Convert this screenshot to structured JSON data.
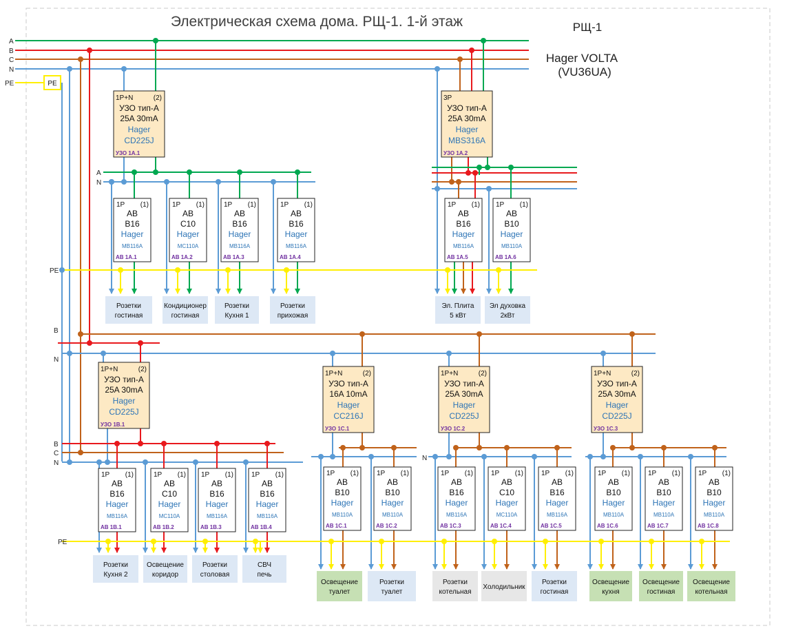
{
  "title": "Электрическая схема дома. РЩ-1. 1-й этаж",
  "panel": {
    "id": "РЩ-1",
    "brand": "Hager VOLTA",
    "model": "(VU36UA)"
  },
  "colors": {
    "A": "#00a850",
    "B": "#e8191d",
    "C": "#c0621a",
    "N": "#5b9bd5",
    "PE": "#ffef00",
    "rcd_fill": "#fde9c4",
    "label": "#7030a0",
    "hager": "#2e75b6",
    "load_blue": "#dde8f5",
    "load_green": "#c6e0b4",
    "load_grey": "#e7e7e7"
  },
  "bus_labels": {
    "A": "A",
    "B": "B",
    "C": "C",
    "N": "N",
    "PE": "PE"
  },
  "pe_box": "PE",
  "rcds": [
    {
      "id": "uzo1a1",
      "poles": "1P+N",
      "mod": "(2)",
      "l1": "УЗО тип-А",
      "l2": "25A  30mA",
      "brand": "Hager",
      "model": "CD225J",
      "tag": "УЗО 1А.1"
    },
    {
      "id": "uzo1a2",
      "poles": "3P",
      "mod": "",
      "l1": "УЗО тип-А",
      "l2": "25A  30mA",
      "brand": "Hager",
      "model": "MBS316A",
      "tag": "УЗО 1А.2"
    },
    {
      "id": "uzo1b1",
      "poles": "1P+N",
      "mod": "(2)",
      "l1": "УЗО тип-А",
      "l2": "25A  30mA",
      "brand": "Hager",
      "model": "CD225J",
      "tag": "УЗО 1В.1"
    },
    {
      "id": "uzo1c1",
      "poles": "1P+N",
      "mod": "(2)",
      "l1": "УЗО тип-А",
      "l2": "16A  10mA",
      "brand": "Hager",
      "model": "CC216J",
      "tag": "УЗО 1С.1"
    },
    {
      "id": "uzo1c2",
      "poles": "1P+N",
      "mod": "(2)",
      "l1": "УЗО тип-А",
      "l2": "25A  30mA",
      "brand": "Hager",
      "model": "CD225J",
      "tag": "УЗО 1С.2"
    },
    {
      "id": "uzo1c3",
      "poles": "1P+N",
      "mod": "(2)",
      "l1": "УЗО тип-А",
      "l2": "25A  30mA",
      "brand": "Hager",
      "model": "CD225J",
      "tag": "УЗО 1С.3"
    }
  ],
  "breakers": [
    {
      "id": "ab1a1",
      "poles": "1P",
      "mod": "(1)",
      "type": "АВ",
      "rating": "B16",
      "brand": "Hager",
      "model": "MB116A",
      "tag": "АВ 1А.1",
      "load": "Розетки гостиная"
    },
    {
      "id": "ab1a2",
      "poles": "1P",
      "mod": "(1)",
      "type": "АВ",
      "rating": "C10",
      "brand": "Hager",
      "model": "MC110A",
      "tag": "АВ 1А.2",
      "load": "Кондиционер гостиная"
    },
    {
      "id": "ab1a3",
      "poles": "1P",
      "mod": "(1)",
      "type": "АВ",
      "rating": "B16",
      "brand": "Hager",
      "model": "MB116A",
      "tag": "АВ 1А.3",
      "load": "Розетки Кухня 1"
    },
    {
      "id": "ab1a4",
      "poles": "1P",
      "mod": "(1)",
      "type": "АВ",
      "rating": "B16",
      "brand": "Hager",
      "model": "MB116A",
      "tag": "АВ 1А.4",
      "load": "Розетки прихожая"
    },
    {
      "id": "ab1a5",
      "poles": "1P",
      "mod": "(1)",
      "type": "АВ",
      "rating": "B16",
      "brand": "Hager",
      "model": "MB116A",
      "tag": "АВ 1А.5",
      "load": "Эл. Плита 5 кВт"
    },
    {
      "id": "ab1a6",
      "poles": "1P",
      "mod": "(1)",
      "type": "АВ",
      "rating": "B10",
      "brand": "Hager",
      "model": "MB110A",
      "tag": "АВ 1А.6",
      "load": "Эл духовка 2кВт"
    },
    {
      "id": "ab1b1",
      "poles": "1P",
      "mod": "(1)",
      "type": "АВ",
      "rating": "B16",
      "brand": "Hager",
      "model": "MB116A",
      "tag": "АВ 1В.1",
      "load": "Розетки Кухня 2"
    },
    {
      "id": "ab1b2",
      "poles": "1P",
      "mod": "(1)",
      "type": "АВ",
      "rating": "C10",
      "brand": "Hager",
      "model": "MC110A",
      "tag": "АВ 1В.2",
      "load": "Освещение коридор"
    },
    {
      "id": "ab1b3",
      "poles": "1P",
      "mod": "(1)",
      "type": "АВ",
      "rating": "B16",
      "brand": "Hager",
      "model": "MB116A",
      "tag": "АВ 1В.3",
      "load": "Розетки столовая"
    },
    {
      "id": "ab1b4",
      "poles": "1P",
      "mod": "(1)",
      "type": "АВ",
      "rating": "B16",
      "brand": "Hager",
      "model": "MB116A",
      "tag": "АВ 1В.4",
      "load": "СВЧ печь"
    },
    {
      "id": "ab1c1",
      "poles": "1P",
      "mod": "(1)",
      "type": "АВ",
      "rating": "B10",
      "brand": "Hager",
      "model": "MB110A",
      "tag": "АВ 1С.1",
      "load": "Освещение туалет"
    },
    {
      "id": "ab1c2",
      "poles": "1P",
      "mod": "(1)",
      "type": "АВ",
      "rating": "B10",
      "brand": "Hager",
      "model": "MB110A",
      "tag": "АВ 1С.2",
      "load": "Розетки туалет"
    },
    {
      "id": "ab1c3",
      "poles": "1P",
      "mod": "(1)",
      "type": "АВ",
      "rating": "B16",
      "brand": "Hager",
      "model": "MB116A",
      "tag": "АВ 1С.3",
      "load": "Розетки котельная"
    },
    {
      "id": "ab1c4",
      "poles": "1P",
      "mod": "(1)",
      "type": "АВ",
      "rating": "C10",
      "brand": "Hager",
      "model": "MC110A",
      "tag": "АВ 1С.4",
      "load": "Холодильник"
    },
    {
      "id": "ab1c5",
      "poles": "1P",
      "mod": "(1)",
      "type": "АВ",
      "rating": "B16",
      "brand": "Hager",
      "model": "MB116A",
      "tag": "АВ 1С.5",
      "load": "Розетки гостиная"
    },
    {
      "id": "ab1c6",
      "poles": "1P",
      "mod": "(1)",
      "type": "АВ",
      "rating": "B10",
      "brand": "Hager",
      "model": "MB110A",
      "tag": "АВ 1С.6",
      "load": "Освещение кухня"
    },
    {
      "id": "ab1c7",
      "poles": "1P",
      "mod": "(1)",
      "type": "АВ",
      "rating": "B10",
      "brand": "Hager",
      "model": "MB110A",
      "tag": "АВ 1С.7",
      "load": "Освещение гостиная"
    },
    {
      "id": "ab1c8",
      "poles": "1P",
      "mod": "(1)",
      "type": "АВ",
      "rating": "B10",
      "brand": "Hager",
      "model": "MB110A",
      "tag": "АВ 1С.8",
      "load": "Освещение котельная"
    }
  ]
}
